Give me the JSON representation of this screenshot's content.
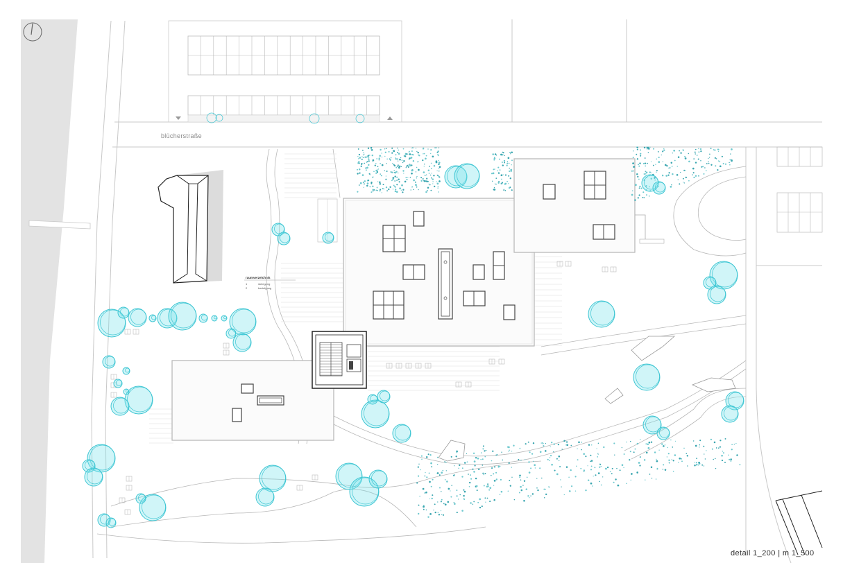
{
  "map": {
    "street_name": "blücherstraße",
    "scale_text": "detail 1_200 | m 1_500",
    "north_arrow": "north-arrow-icon",
    "legend": {
      "title": "raumverzeichnis",
      "items": [
        {
          "num": "1",
          "label": "steiegang"
        },
        {
          "num": "2",
          "label": "bartufgang"
        }
      ]
    },
    "colors": {
      "trees": "#3fc6d3",
      "lines": "#c8c8c8",
      "water": "#e3e3e3",
      "dark_outline": "#222222"
    }
  }
}
